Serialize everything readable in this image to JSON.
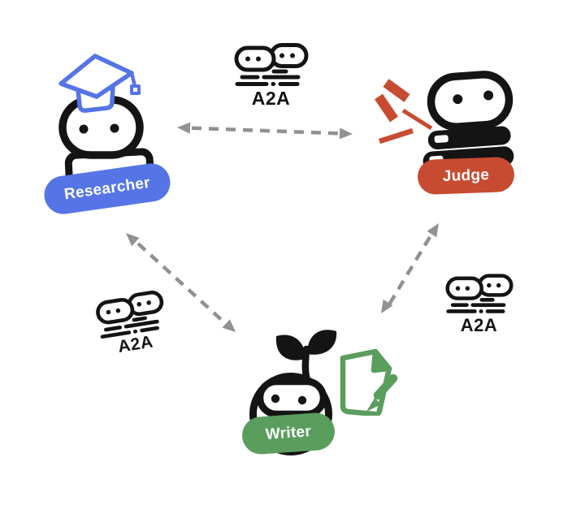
{
  "diagram": {
    "agents": {
      "researcher": {
        "label": "Researcher",
        "color": "#5574E6",
        "accessory_icon": "graduation-cap"
      },
      "judge": {
        "label": "Judge",
        "color": "#C74B30",
        "accessory_icon": "emphasis-marks"
      },
      "writer": {
        "label": "Writer",
        "color": "#5A9E5E",
        "accessory_icon": "sprout-and-document-pencil"
      }
    },
    "connections": [
      {
        "from": "Researcher",
        "to": "Judge",
        "label": "A2A",
        "style": "dashed-double-arrow"
      },
      {
        "from": "Researcher",
        "to": "Writer",
        "label": "A2A",
        "style": "dashed-double-arrow"
      },
      {
        "from": "Judge",
        "to": "Writer",
        "label": "A2A",
        "style": "dashed-double-arrow"
      }
    ],
    "colors": {
      "ink": "#141414",
      "arrow_gray": "#919191",
      "researcher_blue": "#5574E6",
      "judge_red": "#C74B30",
      "writer_green": "#5A9E5E",
      "background": "#FFFFFF"
    }
  }
}
